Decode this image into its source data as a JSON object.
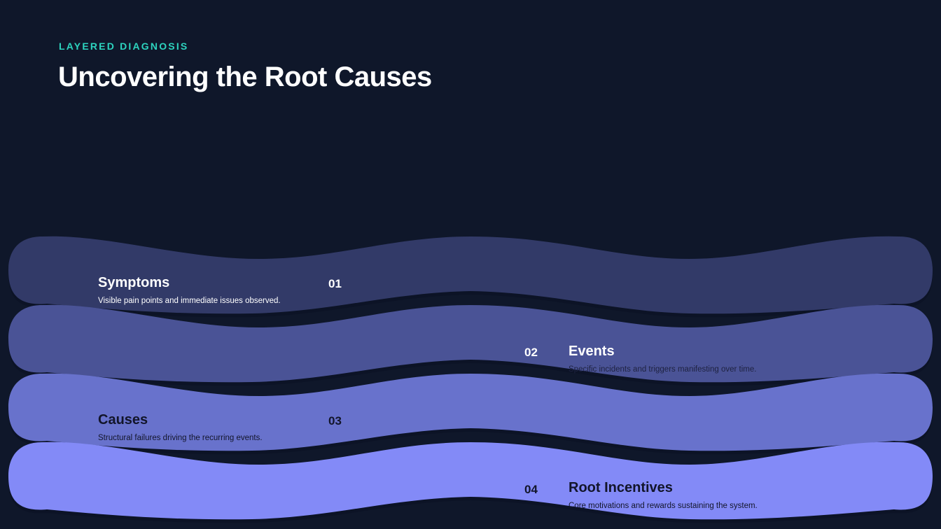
{
  "header": {
    "eyebrow": "LAYERED DIAGNOSIS",
    "title": "Uncovering the Root Causes"
  },
  "layers": [
    {
      "number": "01",
      "name": "Symptoms",
      "description": "Visible pain points and immediate issues observed.",
      "fill": "#323a68",
      "text_color": "#ffffff"
    },
    {
      "number": "02",
      "name": "Events",
      "description": "Specific incidents and triggers manifesting over time.",
      "fill": "#4a5396",
      "text_color": "#ffffff",
      "desc_color": "#1e2240"
    },
    {
      "number": "03",
      "name": "Causes",
      "description": "Structural failures driving the recurring events.",
      "fill": "#6872cc",
      "text_color": "#12152a"
    },
    {
      "number": "04",
      "name": "Root Incentives",
      "description": "Core motivations and rewards sustaining the system.",
      "fill": "#838af7",
      "text_color": "#12152a"
    }
  ]
}
